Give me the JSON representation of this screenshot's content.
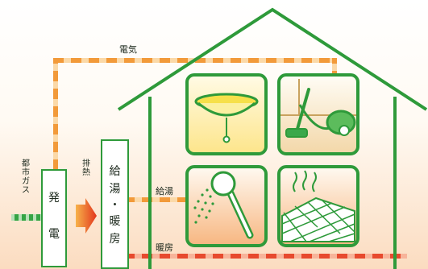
{
  "labels": {
    "electricity": "電気",
    "city_gas": "都市ガス",
    "exhaust_heat": "排熱",
    "hot_water_supply": "給湯",
    "heating": "暖房"
  },
  "generation_box": {
    "chars": [
      "発",
      "電"
    ]
  },
  "supply_box": {
    "chars": [
      "給",
      "湯",
      "・",
      "暖",
      "房"
    ]
  },
  "icons": [
    "ceiling-light-icon",
    "vacuum-cleaner-icon",
    "shower-icon",
    "floor-heating-icon"
  ],
  "colors": {
    "house_outline": "#2e9a3a",
    "electric_line": "#f0a040",
    "gas_line": "#3aa84a",
    "hot_line": "#e85a38",
    "bg_top": "#ffffff",
    "bg_bottom": "#fde3c8"
  }
}
